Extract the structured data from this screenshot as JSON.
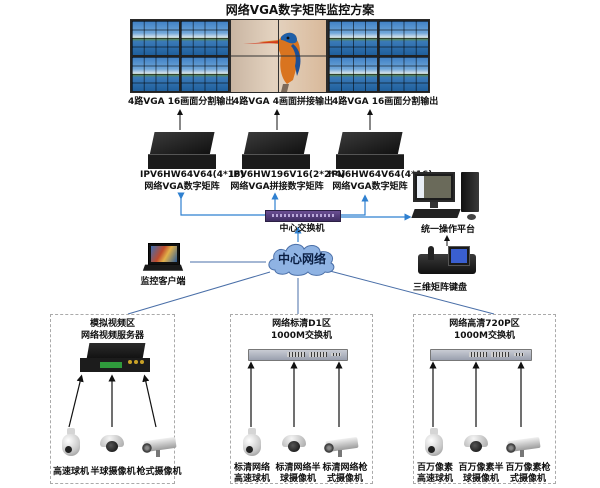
{
  "title": "网络VGA数字矩阵监控方案",
  "video_wall": {
    "outputs": [
      {
        "label": "4路VGA  16画面分割输出"
      },
      {
        "label": "4路VGA  4画面拼接输出"
      },
      {
        "label": "4路VGA  16画面分割输出"
      }
    ]
  },
  "matrices": [
    {
      "model": "IPV6HW64V64(4*16)",
      "name": "网络VGA数字矩阵"
    },
    {
      "model": "IPV6HW196V16(2*2*4)",
      "name": "网络VGA拼接数字矩阵"
    },
    {
      "model": "IPV6HW64V64(4*16)",
      "name": "网络VGA数字矩阵"
    }
  ],
  "center_switch": {
    "label": "中心交换机"
  },
  "operation_platform": {
    "label": "统一操作平台"
  },
  "keyboard": {
    "label": "三维矩阵键盘"
  },
  "client": {
    "label": "监控客户端"
  },
  "cloud": {
    "label": "中心网络"
  },
  "zones": [
    {
      "title": "模拟视频区",
      "device": "网络视频服务器",
      "cameras": [
        {
          "type": "dome",
          "label": "高速球机"
        },
        {
          "type": "half-dome",
          "label": "半球摄像机"
        },
        {
          "type": "gun",
          "label": "枪式摄像机"
        }
      ]
    },
    {
      "title": "网络标清D1区",
      "device": "1000M交换机",
      "cameras": [
        {
          "type": "dome",
          "label": "标清网络\n高速球机"
        },
        {
          "type": "half-dome",
          "label": "标清网络半\n球摄像机"
        },
        {
          "type": "gun",
          "label": "标清网络枪\n式摄像机"
        }
      ]
    },
    {
      "title": "网络高清720P区",
      "device": "1000M交换机",
      "cameras": [
        {
          "type": "dome",
          "label": "百万像素\n高速球机"
        },
        {
          "type": "half-dome",
          "label": "百万像素半\n球摄像机"
        },
        {
          "type": "gun",
          "label": "百万像素枪\n式摄像机"
        }
      ]
    }
  ],
  "colors": {
    "link_blue": "#2f80d0",
    "cable_black": "#111111",
    "cloud_fill": "#8fb3e3",
    "cloud_stroke": "#4a6fa8"
  }
}
